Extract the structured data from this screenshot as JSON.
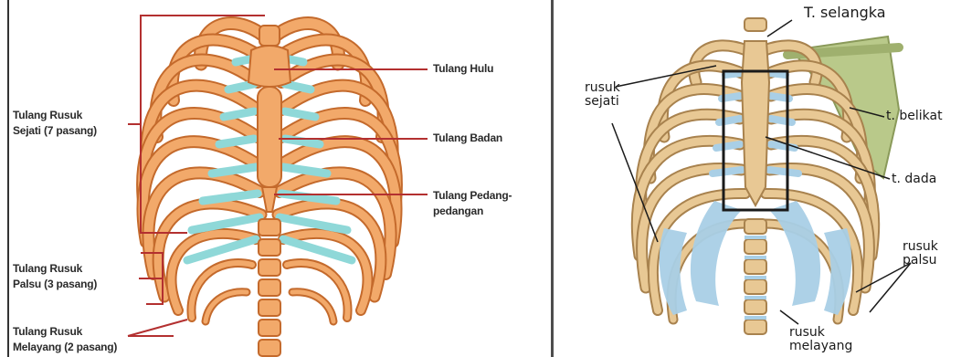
{
  "left_diagram": {
    "labels": {
      "tulang_hulu": "Tulang Hulu",
      "tulang_badan": "Tulang Badan",
      "tulang_pedang_1": "Tulang Pedang-",
      "tulang_pedang_2": "pedangan",
      "rusuk_sejati_1": "Tulang Rusuk",
      "rusuk_sejati_2": "Sejati (7 pasang)",
      "rusuk_palsu_1": "Tulang Rusuk",
      "rusuk_palsu_2": "Palsu (3 pasang)",
      "rusuk_melayang_1": "Tulang Rusuk",
      "rusuk_melayang_2": "Melayang (2 pasang)"
    },
    "colors": {
      "bone": "#f2a96a",
      "bone_dark": "#c46a2c",
      "cartilage": "#8fd8d8",
      "leader": "#b33030"
    }
  },
  "right_diagram": {
    "labels": {
      "t_selangka": "T. selangka",
      "rusuk_sejati_1": "rusuk",
      "rusuk_sejati_2": "sejati",
      "t_belikat": "t. belikat",
      "t_dada": "t. dada",
      "rusuk_palsu_1": "rusuk",
      "rusuk_palsu_2": "palsu",
      "rusuk_melayang_1": "rusuk",
      "rusuk_melayang_2": "melayang"
    },
    "colors": {
      "bone": "#e8c894",
      "bone_dark": "#a8824e",
      "cartilage": "#a9cfe6",
      "scapula": "#b9c98a"
    }
  }
}
